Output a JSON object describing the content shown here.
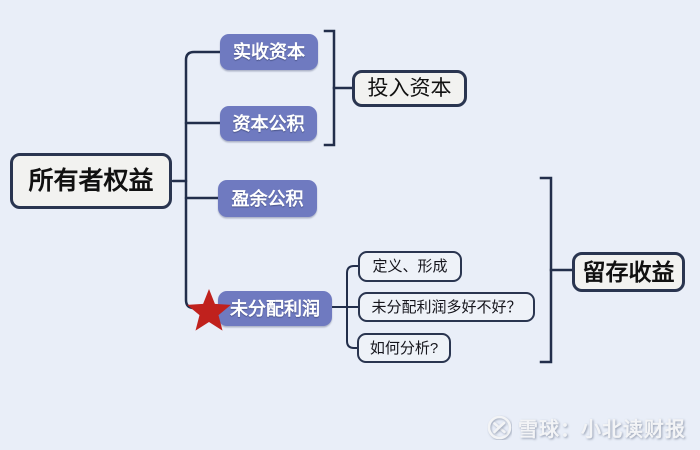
{
  "colors": {
    "bg": "#e9eef8",
    "line": "#222e4b",
    "border": "#2a3550",
    "branch": "#6f7ac0",
    "branchText": "#ffffff",
    "plain": "#f2f2f0",
    "sub": "#eef2f8",
    "star": "#c0211d",
    "watermark": "#f3f4f6"
  },
  "nodes": {
    "root": "所有者权益",
    "paid_in_capital": "实收资本",
    "capital_reserve": "资本公积",
    "surplus_reserve": "盈余公积",
    "undistributed_profit": "未分配利润",
    "invested_capital": "投入资本",
    "retained_earnings": "留存收益",
    "definition_formation": "定义、形成",
    "is_more_profit_good": "未分配利润多好不好？",
    "how_to_analyze": "如何分析?"
  },
  "watermark": {
    "source": "雪球：小北读财报"
  }
}
